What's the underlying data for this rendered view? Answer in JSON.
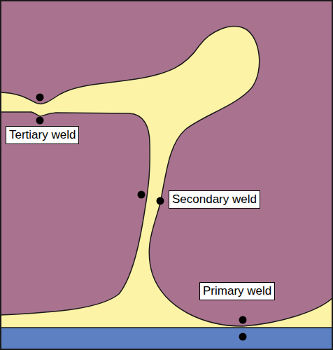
{
  "diagram": {
    "labels": [
      "Tertiary weld",
      "Secondary weld",
      "Primary weld"
    ]
  }
}
